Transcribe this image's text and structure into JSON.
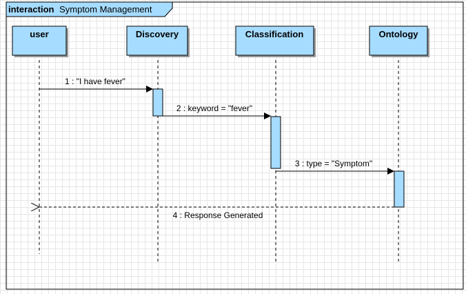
{
  "frame": {
    "keyword": "interaction",
    "title": "Symptom Management"
  },
  "lifelines": [
    {
      "id": "user",
      "label": "user"
    },
    {
      "id": "discovery",
      "label": "Discovery"
    },
    {
      "id": "classification",
      "label": "Classification"
    },
    {
      "id": "ontology",
      "label": "Ontology"
    }
  ],
  "messages": [
    {
      "label": "1 : \"I have fever\"",
      "from": "user",
      "to": "discovery",
      "kind": "sync"
    },
    {
      "label": "2 : keyword = \"fever\"",
      "from": "discovery",
      "to": "classification",
      "kind": "sync"
    },
    {
      "label": "3 : type = \"Symptom\"",
      "from": "classification",
      "to": "ontology",
      "kind": "sync"
    },
    {
      "label": "4 : Response Generated",
      "from": "ontology",
      "to": "user",
      "kind": "reply"
    }
  ],
  "colors": {
    "box_fill": "#a6dcff",
    "stroke": "#000000",
    "activation_fill": "#a6dcff",
    "shadow": "#9a9a9a"
  }
}
